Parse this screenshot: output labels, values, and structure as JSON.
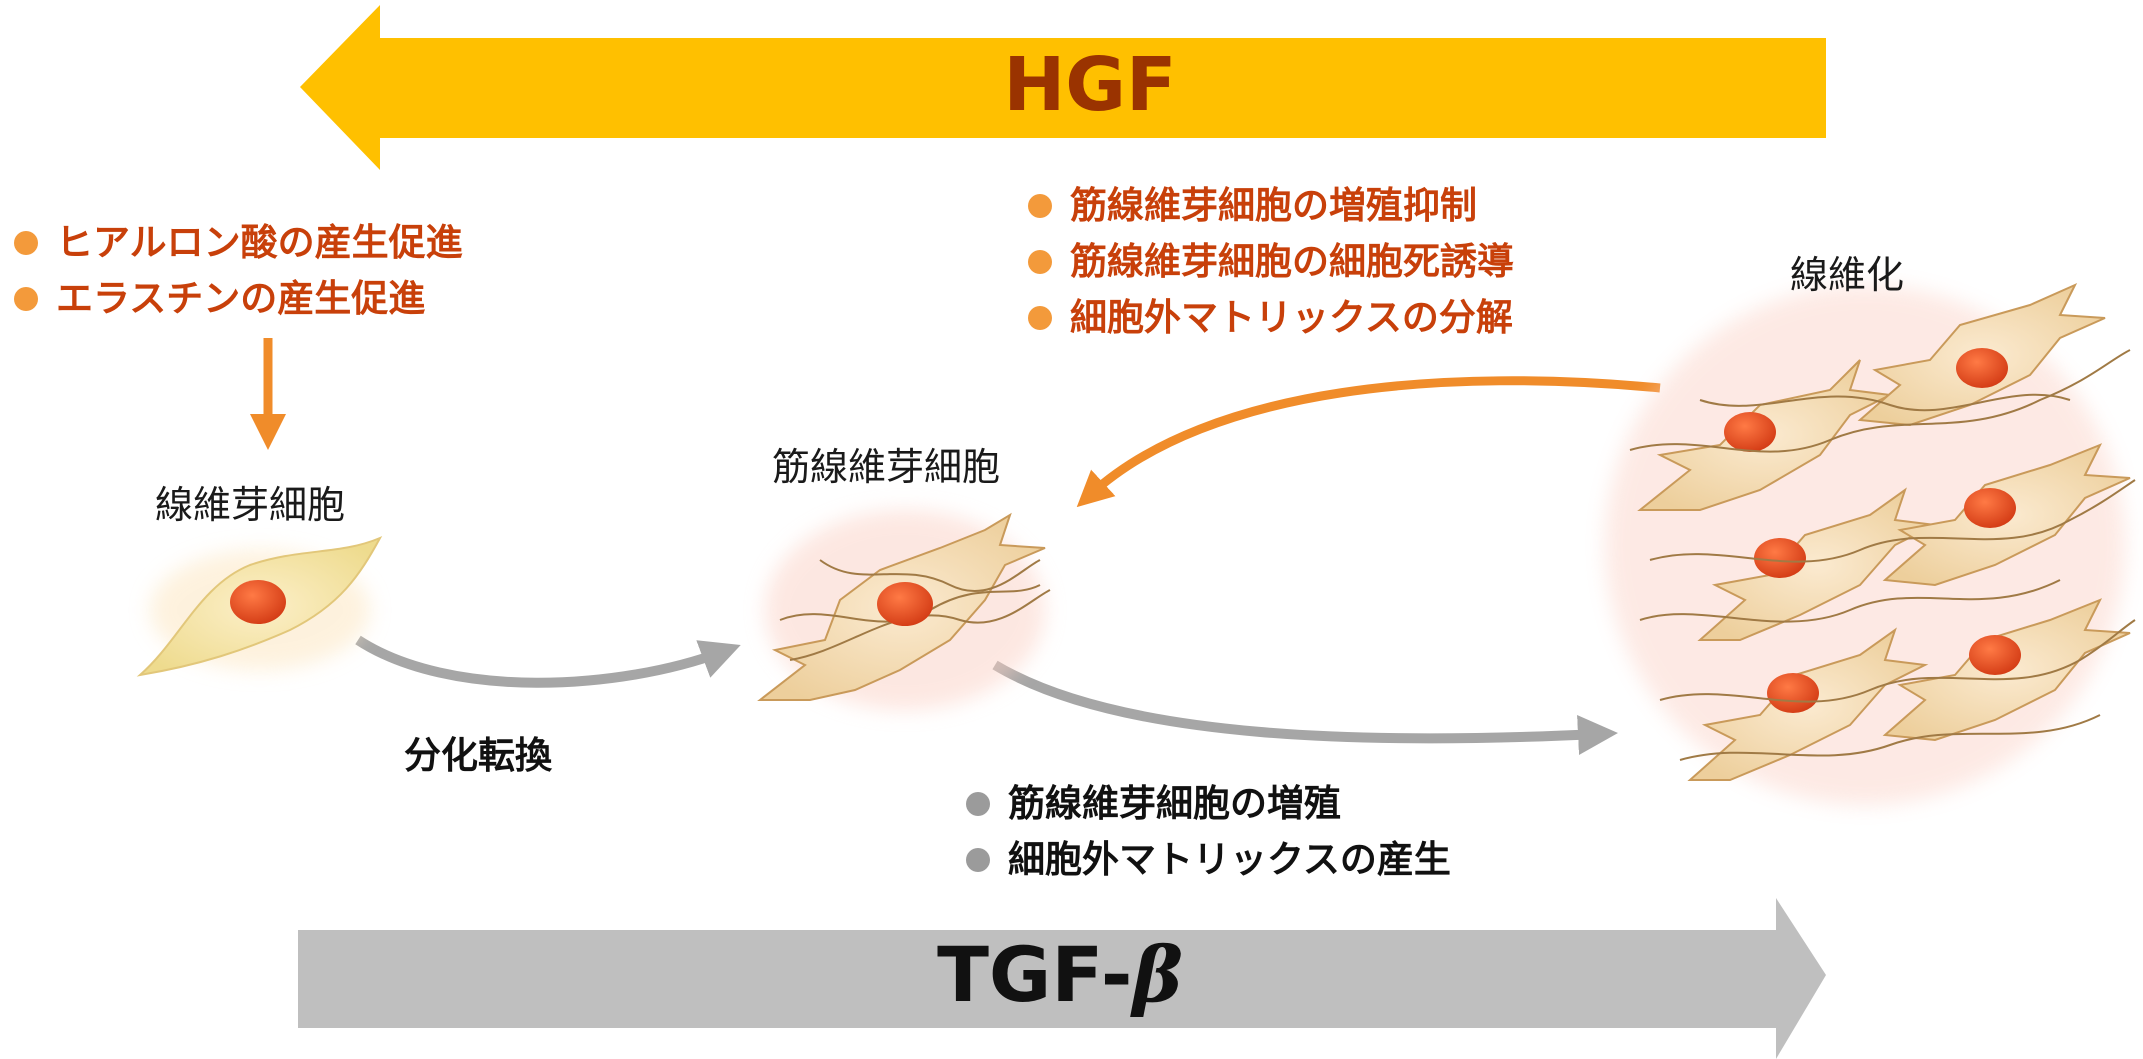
{
  "hgf": {
    "label": "HGF",
    "color": "#ffc000",
    "text_color": "#9a3300"
  },
  "tgf": {
    "label_main": "TGF-",
    "label_symbol": "β",
    "color": "#bfbfbf",
    "text_color": "#111111"
  },
  "hgf_effects_fibroblast": [
    "ヒアルロン酸の産生促進",
    "エラスチンの産生促進"
  ],
  "hgf_effects_myofibroblast": [
    "筋線維芽細胞の増殖抑制",
    "筋線維芽細胞の細胞死誘導",
    "細胞外マトリックスの分解"
  ],
  "tgf_effects": [
    "筋線維芽細胞の増殖",
    "細胞外マトリックスの産生"
  ],
  "stages": {
    "fibroblast": "線維芽細胞",
    "myofibroblast": "筋線維芽細胞",
    "fibrosis": "線維化"
  },
  "process_label": "分化転換",
  "colors": {
    "orange_text": "#c8400a",
    "orange_arrow": "#f08c2a",
    "grey_arrow": "#a6a6a6",
    "cell_body": "#f4dcb2",
    "nucleus": "#e0441b"
  }
}
